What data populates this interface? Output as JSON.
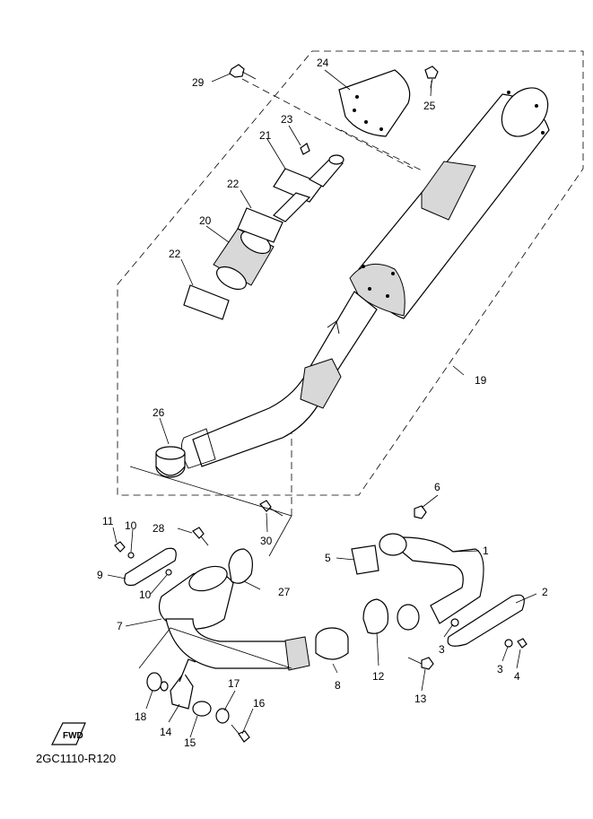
{
  "diagram_code": "2GC1110-R120",
  "fwd_label": "FWD",
  "labels": {
    "p1": "1",
    "p2": "2",
    "p3a": "3",
    "p3b": "3",
    "p4": "4",
    "p5": "5",
    "p6": "6",
    "p7": "7",
    "p8": "8",
    "p9": "9",
    "p10a": "10",
    "p10b": "10",
    "p11": "11",
    "p12": "12",
    "p13": "13",
    "p14": "14",
    "p15": "15",
    "p16": "16",
    "p17": "17",
    "p18": "18",
    "p19": "19",
    "p20": "20",
    "p21": "21",
    "p22a": "22",
    "p22b": "22",
    "p23": "23",
    "p24": "24",
    "p25": "25",
    "p26": "26",
    "p27": "27",
    "p28": "28",
    "p29": "29",
    "p30": "30"
  }
}
